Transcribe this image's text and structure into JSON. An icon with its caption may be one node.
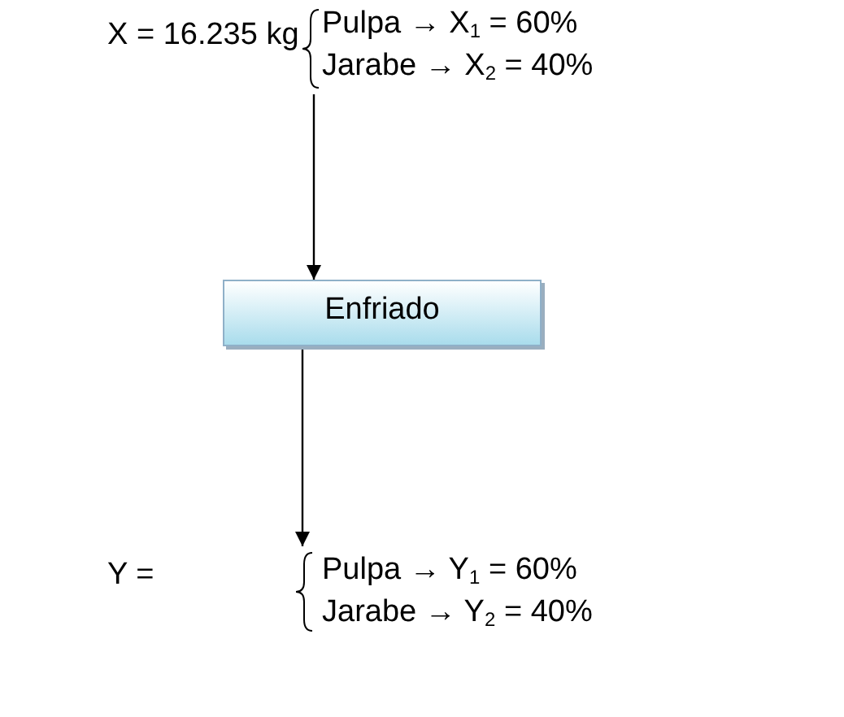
{
  "diagram": {
    "nodes": [
      {
        "text": [
          "X = 16.235 kg",
          "Pulpa → X$_{1}$ = 60%",
          "Jarabe → X$_{2}$ = 40%"
        ]
      },
      {
        "text": [
          "Enfriado"
        ]
      },
      {
        "text": [
          "Y =",
          "Pulpa → Y$_{1}$ = 60%",
          "Jarabe → Y$_{2}$ = 40%"
        ]
      }
    ],
    "edges": [
      {
        "from": 0,
        "to": 1,
        "arrow": "to"
      },
      {
        "from": 1,
        "to": 2,
        "arrow": "to"
      }
    ]
  }
}
